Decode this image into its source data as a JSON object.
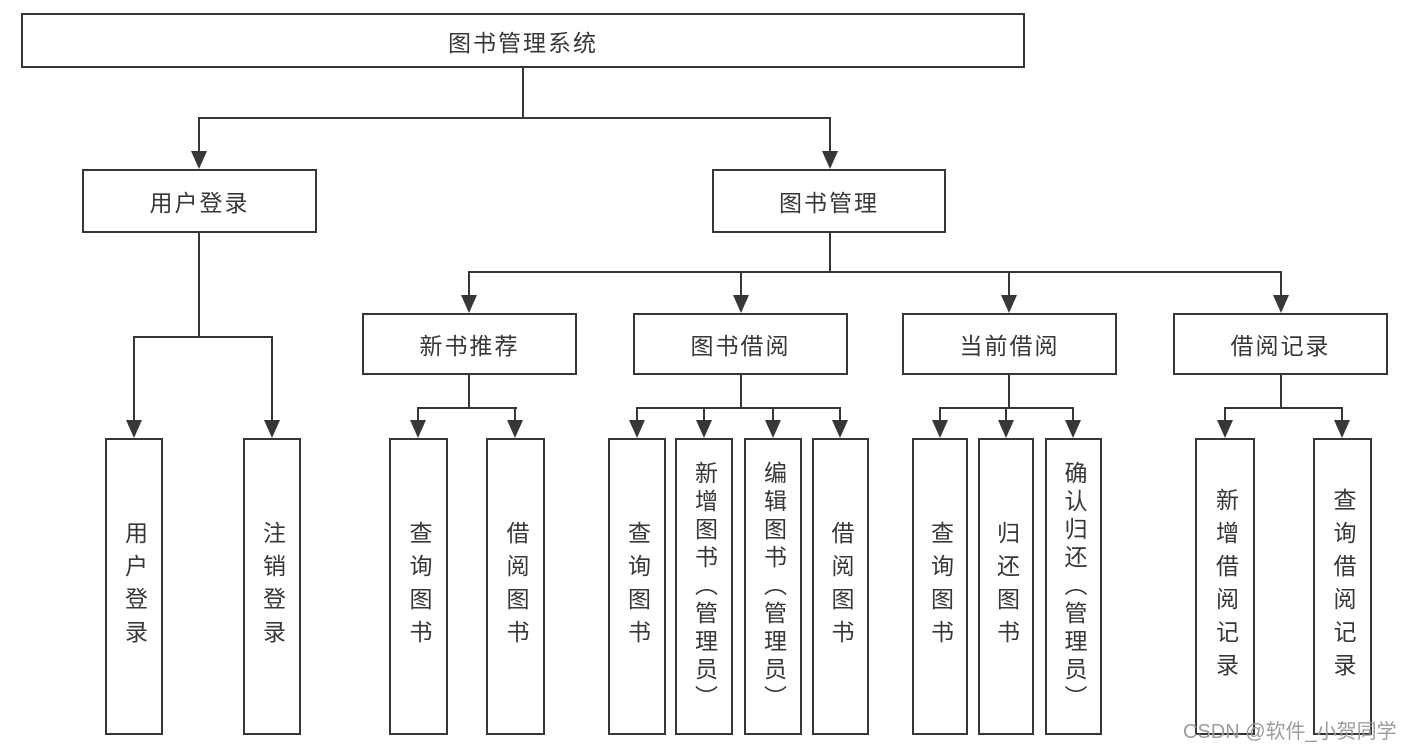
{
  "diagram": {
    "title_node": {
      "label": "图书管理系统"
    },
    "level2": {
      "user_login": {
        "label": "用户登录"
      },
      "book_mgmt": {
        "label": "图书管理"
      }
    },
    "level3": {
      "new_book": {
        "label": "新书推荐"
      },
      "book_borrow": {
        "label": "图书借阅"
      },
      "current_borrow": {
        "label": "当前借阅"
      },
      "borrow_record": {
        "label": "借阅记录"
      }
    },
    "leaves": {
      "user_login": [
        "用户登录",
        "注销登录"
      ],
      "new_book": [
        "查询图书",
        "借阅图书"
      ],
      "book_borrow": [
        "查询图书",
        "新增图书（管理员）",
        "编辑图书（管理员）",
        "借阅图书"
      ],
      "current_borrow": [
        "查询图书",
        "归还图书",
        "确认归还（管理员）"
      ],
      "borrow_record": [
        "新增借阅记录",
        "查询借阅记录"
      ]
    }
  },
  "watermark": {
    "text": "CSDN @软件_小贺同学"
  },
  "colors": {
    "line": "#373737",
    "box_border": "#373737",
    "text": "#373737",
    "watermark": "#9c9c9c",
    "background": "#ffffff"
  }
}
